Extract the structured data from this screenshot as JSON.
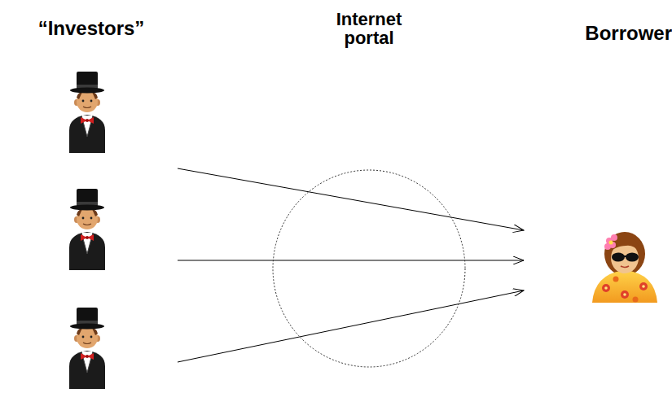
{
  "diagram": {
    "nodes": [
      {
        "text": [
          "“Investors”"
        ]
      },
      {
        "text": [
          "Internet portal"
        ]
      },
      {
        "text": [
          "Borrower"
        ]
      }
    ],
    "edges": [
      {
        "from": 0,
        "to": 2,
        "arrow": "to"
      },
      {
        "from": 0,
        "to": 2,
        "arrow": "to"
      },
      {
        "from": 0,
        "to": 2,
        "arrow": "to"
      }
    ]
  }
}
